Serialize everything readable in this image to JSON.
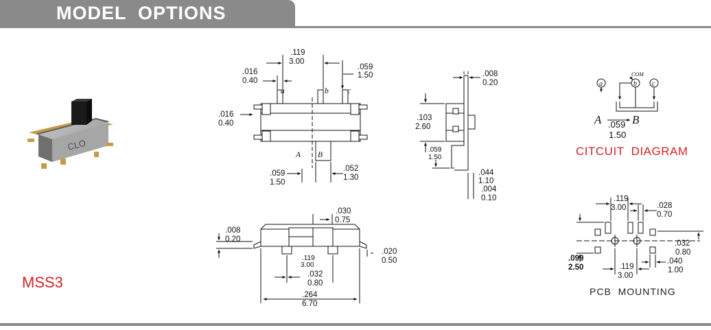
{
  "header": {
    "title": "MODEL  OPTIONS"
  },
  "model": {
    "name": "MSS3"
  },
  "top_view": {
    "pitch": [
      ".119",
      "3.00"
    ],
    "pin_w": [
      ".016",
      "0.40"
    ],
    "pin_len": [
      ".059",
      "1.50"
    ],
    "tab": [
      ".016",
      "0.40"
    ],
    "pin_a": "a",
    "pin_b": "b",
    "pin_c": "c",
    "pos_a": "A",
    "pos_b": "B",
    "act_off": [
      ".059",
      "1.50"
    ],
    "act_w": [
      ".052",
      "1.30"
    ]
  },
  "side_view": {
    "thick": [
      ".008",
      "0.20"
    ],
    "height": [
      ".103",
      "2.60"
    ],
    "base": [
      ".059",
      "1.50"
    ],
    "foot": [
      ".044",
      "1.10"
    ],
    "gap": [
      ".004",
      "0.10"
    ]
  },
  "front_view": {
    "body_th": [
      ".008",
      "0.20"
    ],
    "act_w": [
      ".030",
      "0.75"
    ],
    "lead": [
      ".020",
      "0.50"
    ],
    "pitch": [
      ".119",
      "3.00"
    ],
    "peg": [
      ".032",
      "0.80"
    ],
    "length": [
      ".264",
      "6.70"
    ]
  },
  "circuit": {
    "term_a": "a",
    "term_b": "b",
    "term_c": "c",
    "com": "COM",
    "pos_a": "A",
    "pos_b": "B",
    "travel": [
      ".059",
      "1.50"
    ],
    "title": "CITCUIT  DIAGRAM"
  },
  "pcb": {
    "pitch_top": [
      ".119",
      "3.00"
    ],
    "slot_w": [
      ".028",
      "0.70"
    ],
    "hole_d": [
      ".032",
      "0.80"
    ],
    "row_sp": [
      ".099",
      "2.50"
    ],
    "pitch_bottom": [
      ".119",
      "3.00"
    ],
    "pad_w": [
      ".040",
      "1.00"
    ],
    "title": "PCB  MOUNTING"
  },
  "colors": {
    "header_gray": "#8a8a8a",
    "caption_red": "#d2232a"
  }
}
